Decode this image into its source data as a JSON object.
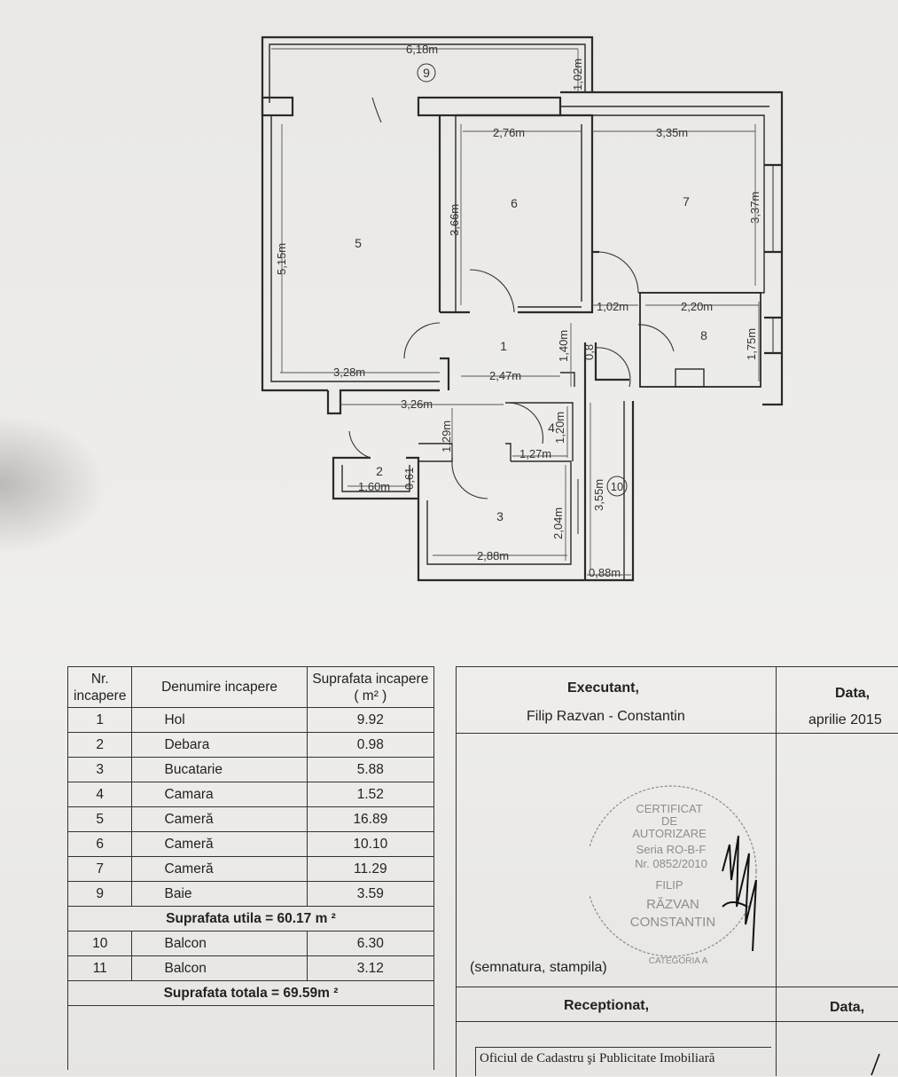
{
  "plan": {
    "dimensions": {
      "d618": "6,18m",
      "d102top": "1,02m",
      "d276": "2,76m",
      "d335": "3,35m",
      "d366": "3,66m",
      "d337": "3,37m",
      "d515": "5,15m",
      "d102mid": "1,02m",
      "d220": "2,20m",
      "d175": "1,75m",
      "d140": "1,40m",
      "d08": "0,8",
      "d328": "3,28m",
      "d247": "2,47m",
      "d326": "3,26m",
      "d129": "1,29m",
      "d120": "1,20m",
      "d127": "1,27m",
      "d160": "1,60m",
      "d061": "0,61",
      "d355": "3,55m",
      "d204": "2,04m",
      "d288": "2,88m",
      "d088": "0,88m"
    },
    "room_numbers": {
      "r1": "1",
      "r2": "2",
      "r3": "3",
      "r4": "4",
      "r5": "5",
      "r6": "6",
      "r7": "7",
      "r8": "8",
      "r9": "9",
      "r10": "10"
    }
  },
  "rooms_table": {
    "headers": {
      "nr": "Nr. incapere",
      "name": "Denumire incapere",
      "area": "Suprafata incapere",
      "area_unit": "( m² )"
    },
    "rows": [
      {
        "nr": "1",
        "name": "Hol",
        "area": "9.92"
      },
      {
        "nr": "2",
        "name": "Debara",
        "area": "0.98"
      },
      {
        "nr": "3",
        "name": "Bucatarie",
        "area": "5.88"
      },
      {
        "nr": "4",
        "name": "Camara",
        "area": "1.52"
      },
      {
        "nr": "5",
        "name": "Cameră",
        "area": "16.89"
      },
      {
        "nr": "6",
        "name": "Cameră",
        "area": "10.10"
      },
      {
        "nr": "7",
        "name": "Cameră",
        "area": "11.29"
      },
      {
        "nr": "9",
        "name": "Baie",
        "area": "3.59"
      }
    ],
    "useful_total": "Suprafata utila = 60.17 m ²",
    "balcony_rows": [
      {
        "nr": "10",
        "name": "Balcon",
        "area": "6.30"
      },
      {
        "nr": "11",
        "name": "Balcon",
        "area": "3.12"
      }
    ],
    "grand_total": "Suprafata totala = 69.59m  ²"
  },
  "signature_block": {
    "executant_label": "Executant,",
    "executant_name": "Filip  Razvan - Constantin",
    "date_label": "Data,",
    "date_value": "aprilie  2015",
    "signature_label": "(semnatura, stampila)",
    "received_label": "Receptionat,",
    "received_date_label": "Data,",
    "ocpi_label": "Oficiul de Cadastru şi Publicitate Imobiliară"
  },
  "stamp": {
    "lines": [
      "CERTIFICAT",
      "DE",
      "AUTORIZARE",
      "Seria RO-B-F",
      "Nr. 0852/2010",
      "FILIP",
      "RĂZVAN",
      "CONSTANTIN",
      "CATEGORIA A"
    ]
  }
}
